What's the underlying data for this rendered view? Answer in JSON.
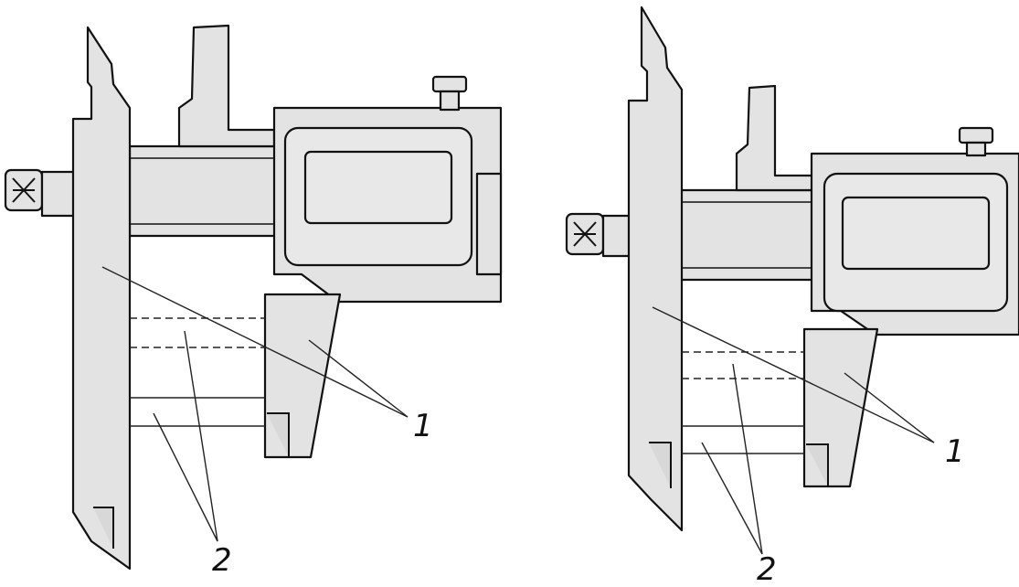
{
  "figures": [
    {
      "labels": {
        "callout_1": "1",
        "callout_2": "2"
      }
    },
    {
      "labels": {
        "callout_1": "1",
        "callout_2": "2"
      }
    }
  ]
}
